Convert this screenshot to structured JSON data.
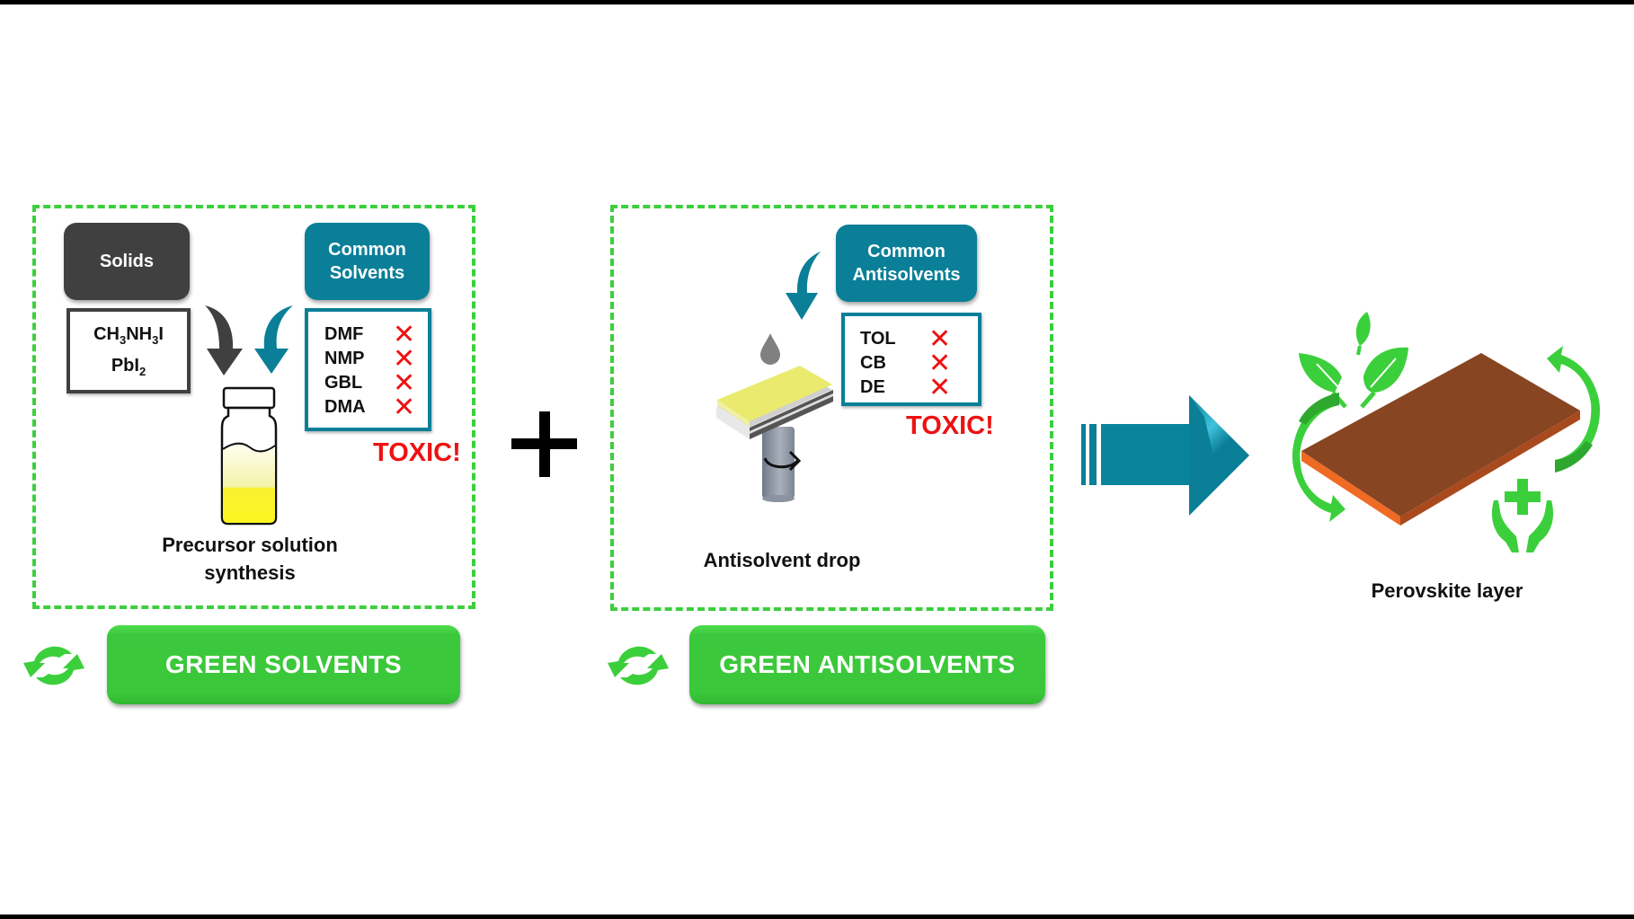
{
  "frame": {
    "top_bar": "black",
    "bottom_bar": "black"
  },
  "colors": {
    "dash_green": "#3ccf3c",
    "button_green": "#3cc83c",
    "teal": "#0a7f97",
    "dark_gray": "#404040",
    "toxic_red": "#ee1111",
    "perovskite_top": "#874521",
    "perovskite_edge": "#ef6a22"
  },
  "precursor_panel": {
    "solids_label": "Solids",
    "solids_formulas": [
      {
        "base": "CH",
        "sub1": "3",
        "mid": "NH",
        "sub2": "3",
        "tail": "I"
      },
      {
        "base": "PbI",
        "sub1": "2"
      }
    ],
    "solvents_label_line1": "Common",
    "solvents_label_line2": "Solvents",
    "solvents": [
      {
        "name": "DMF",
        "status": "✕"
      },
      {
        "name": "NMP",
        "status": "✕"
      },
      {
        "name": "GBL",
        "status": "✕"
      },
      {
        "name": "DMA",
        "status": "✕"
      }
    ],
    "toxic_label": "TOXIC!",
    "caption_line1": "Precursor solution",
    "caption_line2": "synthesis",
    "icons": [
      "arrow-dark-curved",
      "arrow-teal-curved",
      "vial"
    ]
  },
  "operator": {
    "symbol": "plus"
  },
  "antisolvent_panel": {
    "antisolvents_label_line1": "Common",
    "antisolvents_label_line2": "Antisolvents",
    "antisolvents": [
      {
        "name": "TOL",
        "status": "✕"
      },
      {
        "name": "CB",
        "status": "✕"
      },
      {
        "name": "DE",
        "status": "✕"
      }
    ],
    "toxic_label": "TOXIC!",
    "caption": "Antisolvent drop",
    "icons": [
      "arrow-teal-curved",
      "droplet",
      "spin-coater"
    ]
  },
  "buttons": {
    "green_solvents": "GREEN SOLVENTS",
    "green_antisolvents": "GREEN ANTISOLVENTS"
  },
  "result": {
    "caption": "Perovskite layer",
    "icons": [
      "big-arrow-right",
      "perovskite-slab",
      "leaves",
      "cycle-arrows",
      "hands-cross"
    ]
  }
}
